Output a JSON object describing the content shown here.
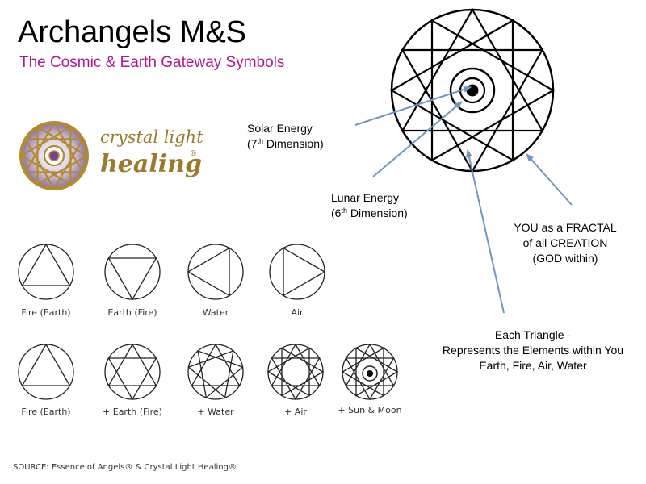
{
  "header": {
    "title": "Archangels M&S",
    "subtitle": "The Cosmic & Earth Gateway Symbols"
  },
  "logo": {
    "line1": "crystal light",
    "line2": "healing",
    "mark": "®"
  },
  "callouts": {
    "solar": {
      "line1": "Solar Energy",
      "line2_pre": "(7",
      "line2_sup": "th",
      "line2_post": " Dimension)"
    },
    "lunar": {
      "line1": "Lunar Energy",
      "line2_pre": "(6",
      "line2_sup": "th",
      "line2_post": " Dimension)"
    },
    "fractal": {
      "line1": "YOU as a FRACTAL",
      "line2": "of all CREATION",
      "line3": "(GOD within)"
    },
    "triangles": {
      "line1": "Each Triangle -",
      "line2": "Represents the Elements within You",
      "line3": "Earth, Fire, Air, Water"
    }
  },
  "symbols_row1": [
    {
      "label": "Fire  (Earth)"
    },
    {
      "label": "Earth  (Fire)"
    },
    {
      "label": "Water"
    },
    {
      "label": "Air"
    }
  ],
  "symbols_row2": [
    {
      "label": "Fire  (Earth)"
    },
    {
      "label": "+ Earth  (Fire)"
    },
    {
      "label": "+ Water"
    },
    {
      "label": "+ Air"
    },
    {
      "label": "+ Sun & Moon"
    }
  ],
  "source": "SOURCE:  Essence of Angels® & Crystal Light Healing®",
  "colors": {
    "subtitle": "#b0178f",
    "arrow": "#6f95c2",
    "logo_gold": "#9a7a2c"
  }
}
